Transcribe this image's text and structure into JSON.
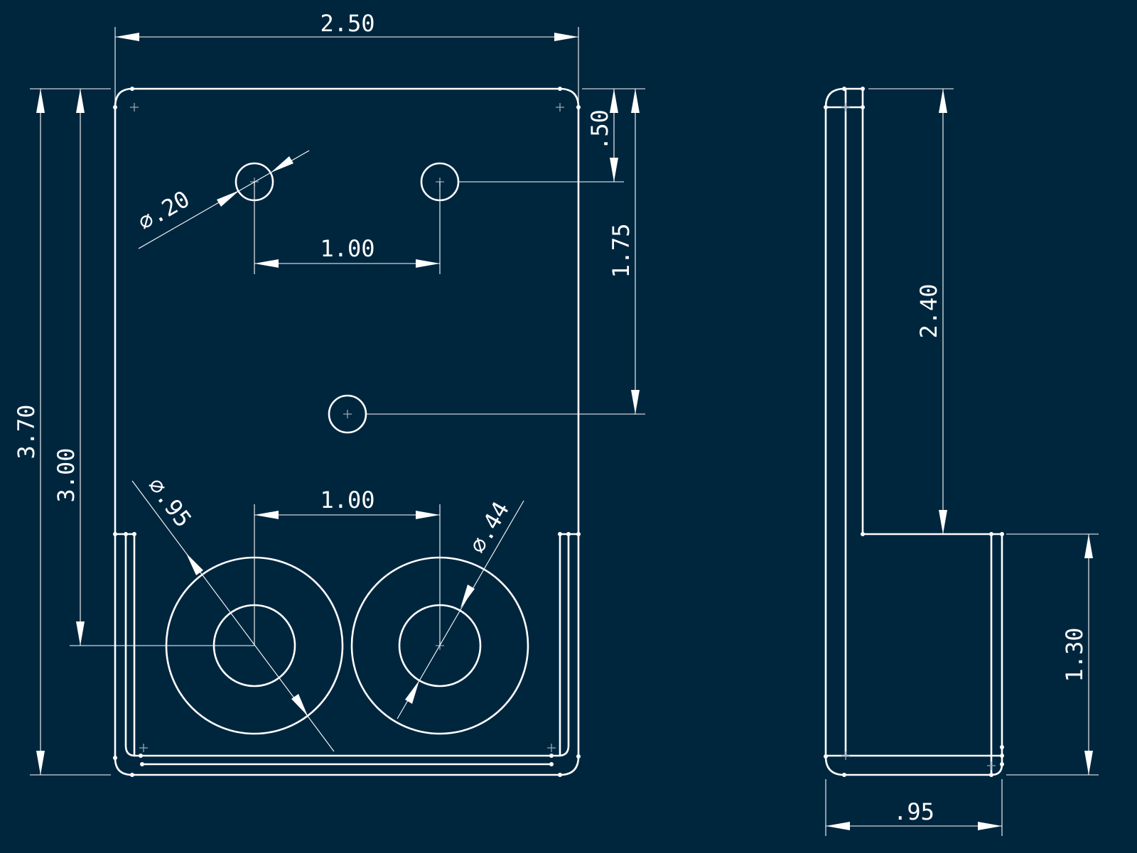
{
  "colors": {
    "background": "#00263e",
    "ink": "#ffffff",
    "center_mark": "#9aa7b3"
  },
  "dimensions": {
    "front": {
      "overall_width": "2.50",
      "overall_height": "3.70",
      "hole_row_offset": "3.00",
      "top_hole_offset": ".50",
      "hole_spacing_vertical": "1.75",
      "top_hole_spacing": "1.00",
      "bottom_hole_spacing": "1.00",
      "small_hole_diameter": "⌀.20",
      "large_ring_diameter": "⌀.95",
      "inner_ring_diameter": "⌀.44"
    },
    "side": {
      "upper_height": "2.40",
      "lower_height": "1.30",
      "depth": ".95"
    }
  }
}
